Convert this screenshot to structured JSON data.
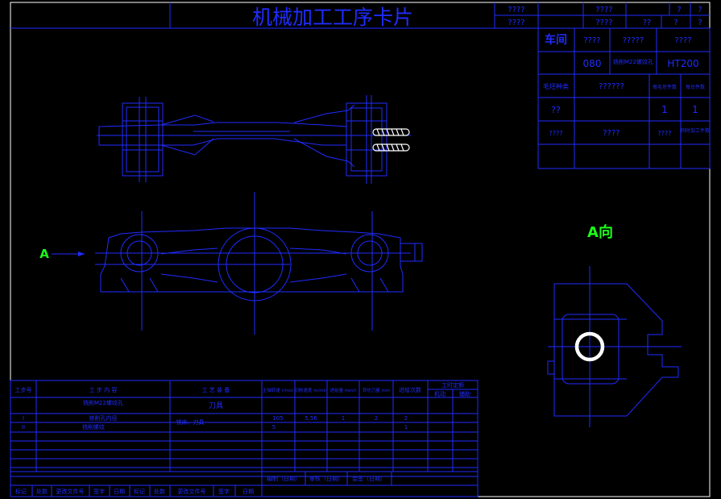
{
  "title": "机械加工工序卡片",
  "header_marks": {
    "r1": [
      "????",
      "????",
      "?",
      "?"
    ],
    "r2": [
      "????",
      "????",
      "??",
      "?",
      "?"
    ]
  },
  "info_table": {
    "workshop_label": "车间",
    "col_labels": [
      "????",
      "?????",
      "????"
    ],
    "op_no": "080",
    "op_name": "铣削M22螺纹孔",
    "material": "HT200",
    "blank_type_label": "毛坯种类",
    "blank_size_label": "??????",
    "pieces_per_blank_label": "每毛坯件数",
    "pieces_per_unit_label": "每台件数",
    "blank_type": "??",
    "pieces_per_blank": "1",
    "pieces_per_unit": "1",
    "equip_label": "????",
    "equip_model_label": "????",
    "equip_no_label": "????",
    "concurrent_label": "同时加工件数"
  },
  "view_label": "A向",
  "arrow_label": "A",
  "steps_table": {
    "headers": {
      "step_no": "工步号",
      "step_content": "工 步 内 容",
      "equipment": "工 艺 装 备",
      "spindle": "主轴转速 r/min",
      "cut_speed": "切削速度 m/min",
      "feed": "进给量 mm/r",
      "depth": "背吃刀量 mm",
      "passes": "进给次数",
      "time": "工时定额",
      "time_mach": "机动",
      "time_aux": "辅助"
    },
    "rows": [
      {
        "no": "",
        "content": "铣削M22螺纹孔",
        "equip": "刀具",
        "spindle": "",
        "speed": "",
        "feed": "",
        "depth": "",
        "passes": ""
      },
      {
        "no": "I",
        "content": "铣削孔内径",
        "equip": "铣床、刀具",
        "spindle": "105",
        "speed": "5.56",
        "feed": "1",
        "depth": "2",
        "passes": "2"
      },
      {
        "no": "II",
        "content": "铣削螺纹",
        "equip": "",
        "spindle": "5",
        "speed": "",
        "feed": "",
        "depth": "",
        "passes": "1"
      }
    ],
    "footer_cells": [
      "标记",
      "处数",
      "更改文件号",
      "签字",
      "日期",
      "标记",
      "处数",
      "更改文件号",
      "签字",
      "日期"
    ],
    "sign_labels": [
      "编制（日期）",
      "审核（日期）",
      "会签（日期）"
    ]
  }
}
